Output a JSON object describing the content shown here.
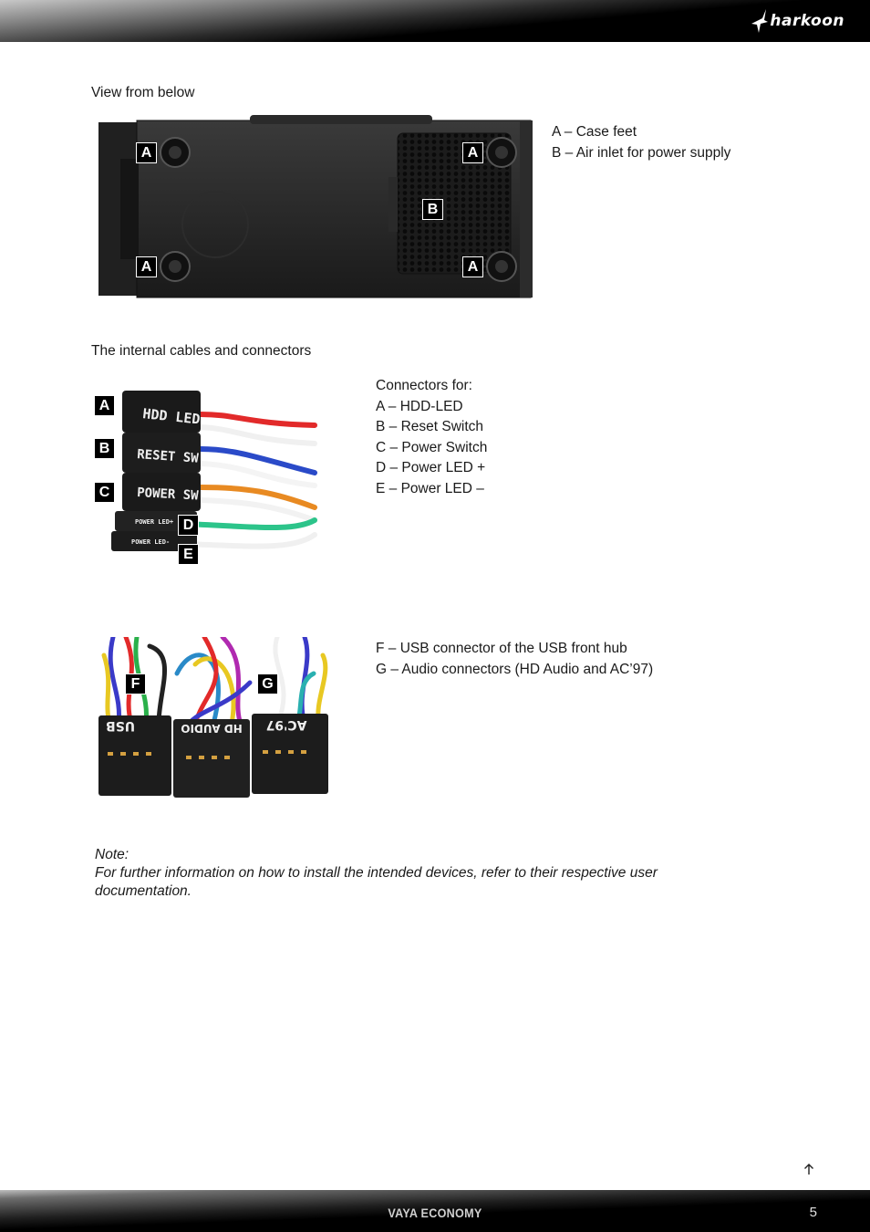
{
  "brand": {
    "logo_text": "harkoon",
    "logo_name": "Sharkoon"
  },
  "section1": {
    "heading": "View from below",
    "markers": [
      "A",
      "A",
      "B",
      "A",
      "A"
    ],
    "legend": [
      "A – Case feet",
      "B – Air inlet for power supply"
    ]
  },
  "section2": {
    "heading": "The internal cables and connectors",
    "markers": [
      "A",
      "B",
      "C",
      "D",
      "E"
    ],
    "plug_labels": [
      "HDD LED",
      "RESET SW",
      "POWER SW",
      "POWER LED+",
      "POWER LED-"
    ],
    "legend": [
      "Connectors for:",
      "A – HDD-LED",
      "B – Reset Switch",
      "C – Power Switch",
      "D – Power LED +",
      "E – Power LED –"
    ]
  },
  "section3": {
    "markers": [
      "F",
      "G"
    ],
    "plug_labels": [
      "USB",
      "HD AUDIO",
      "AC'97"
    ],
    "legend": [
      "F – USB connector of the USB front hub",
      "G – Audio connectors (HD Audio and AC’97)"
    ]
  },
  "note": {
    "title": "Note:",
    "text": "For further information on how to install the intended devices, refer to their respective user documentation."
  },
  "footer": {
    "title": "VAYA ECONOMY",
    "page": "5"
  }
}
